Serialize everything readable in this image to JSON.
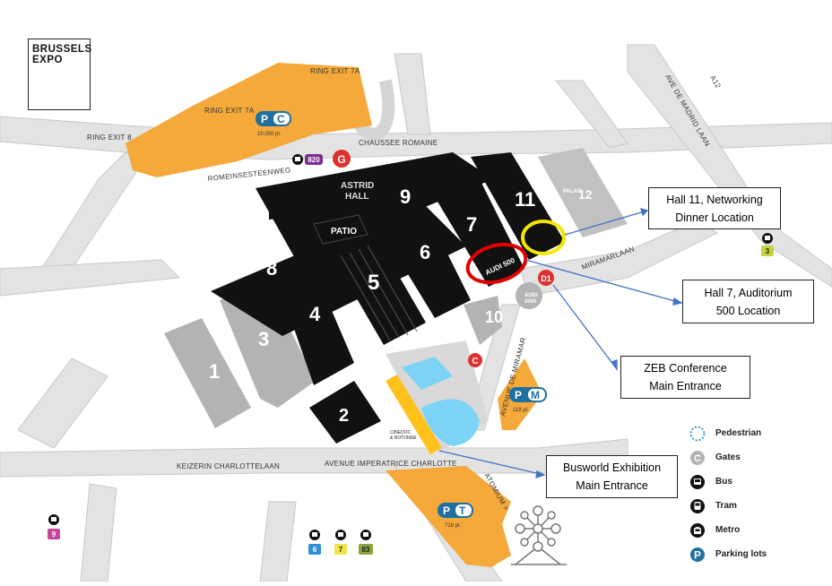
{
  "logo": {
    "line1": "BRUSSELS",
    "line2": "EXPO"
  },
  "streets": {
    "ring_exit_7a_top": "RING EXIT 7A",
    "ring_exit_7a_left": "RING EXIT 7A",
    "ring_exit_8": "RING EXIT 8",
    "chaussee_romaine": "CHAUSSEE ROMAINE",
    "romeinsesteenweg": "ROMEINSESTEENWEG",
    "ave_de_madrid_laan": "AVE DE MADRID LAAN",
    "a12": "A12",
    "miramarlaan": "MIRAMARLAAN",
    "avenue_de_miramar": "AVENUE DE MIRAMAR",
    "keizerin_charlottelaan": "KEIZERIN CHARLOTTELAAN",
    "avenue_imperatrice_charlotte": "AVENUE IMPERATRICE CHARLOTTE",
    "atomium": "ATOMIUM >"
  },
  "parking": {
    "pc": {
      "letters": [
        "P",
        "C"
      ],
      "count": "10.000 pl."
    },
    "pm": {
      "letters": [
        "P",
        "M"
      ],
      "count": "118 pl."
    },
    "pt": {
      "letters": [
        "P",
        "T"
      ],
      "count": "718 pl."
    }
  },
  "bus": {
    "number": "820"
  },
  "gates": {
    "g": "G",
    "c": "C",
    "d1": "D1"
  },
  "halls": {
    "h1": "1",
    "h2": "2",
    "h3": "3",
    "h4": "4",
    "h5": "5",
    "h6": "6",
    "h7": "7",
    "h8": "8",
    "h9": "9",
    "h10": "10",
    "h11": "11",
    "h12": "12",
    "patio": "PATIO",
    "astrid_line1": "ASTRID",
    "astrid_line2": "HALL",
    "audi500": "AUDI 500",
    "audi2000_line1": "AUDI",
    "audi2000_line2": "2000",
    "palais12_small": "PALAIS",
    "cinedoc_line1": "CINEDOC",
    "cinedoc_line2": "& ROTONDE"
  },
  "transit_stops": [
    {
      "mode": "tram",
      "number": "3",
      "color": "#c6d33a"
    },
    {
      "mode": "tram",
      "number": "9",
      "color": "#c6479c"
    },
    {
      "mode": "metro",
      "number": "6",
      "color": "#2d8fd6"
    },
    {
      "mode": "tram",
      "number": "7",
      "color": "#f2e34b"
    },
    {
      "mode": "metro",
      "number": "83",
      "color": "#8aa33a"
    }
  ],
  "callouts": {
    "networking": {
      "line1": "Hall 11, Networking",
      "line2": "Dinner Location"
    },
    "auditorium": {
      "line1": "Hall 7, Auditorium",
      "line2": "500 Location"
    },
    "zeb": {
      "line1": "ZEB Conference",
      "line2": "Main Entrance"
    },
    "busworld": {
      "line1": "Busworld Exhibition",
      "line2": "Main Entrance"
    }
  },
  "legend": [
    {
      "icon": "pedestrian-icon",
      "label": "Pedestrian"
    },
    {
      "icon": "gate-icon",
      "label": "Gates"
    },
    {
      "icon": "bus-icon",
      "label": "Bus"
    },
    {
      "icon": "tram-icon",
      "label": "Tram"
    },
    {
      "icon": "metro-icon",
      "label": "Metro"
    },
    {
      "icon": "parking-icon",
      "label": "Parking lots"
    }
  ],
  "colors": {
    "hall_black": "#111111",
    "hall_grey": "#b3b3b3",
    "parking_orange": "#f4a93a",
    "road": "#e5e5e5",
    "gate_red": "#e03131",
    "highlight_yellow": "#f3e600",
    "highlight_red": "#e00000",
    "callout_line": "#4472c4",
    "parking_blue": "#1f6fa0",
    "water": "#7dd3f5",
    "entrance_yellow": "#ffc21c"
  }
}
